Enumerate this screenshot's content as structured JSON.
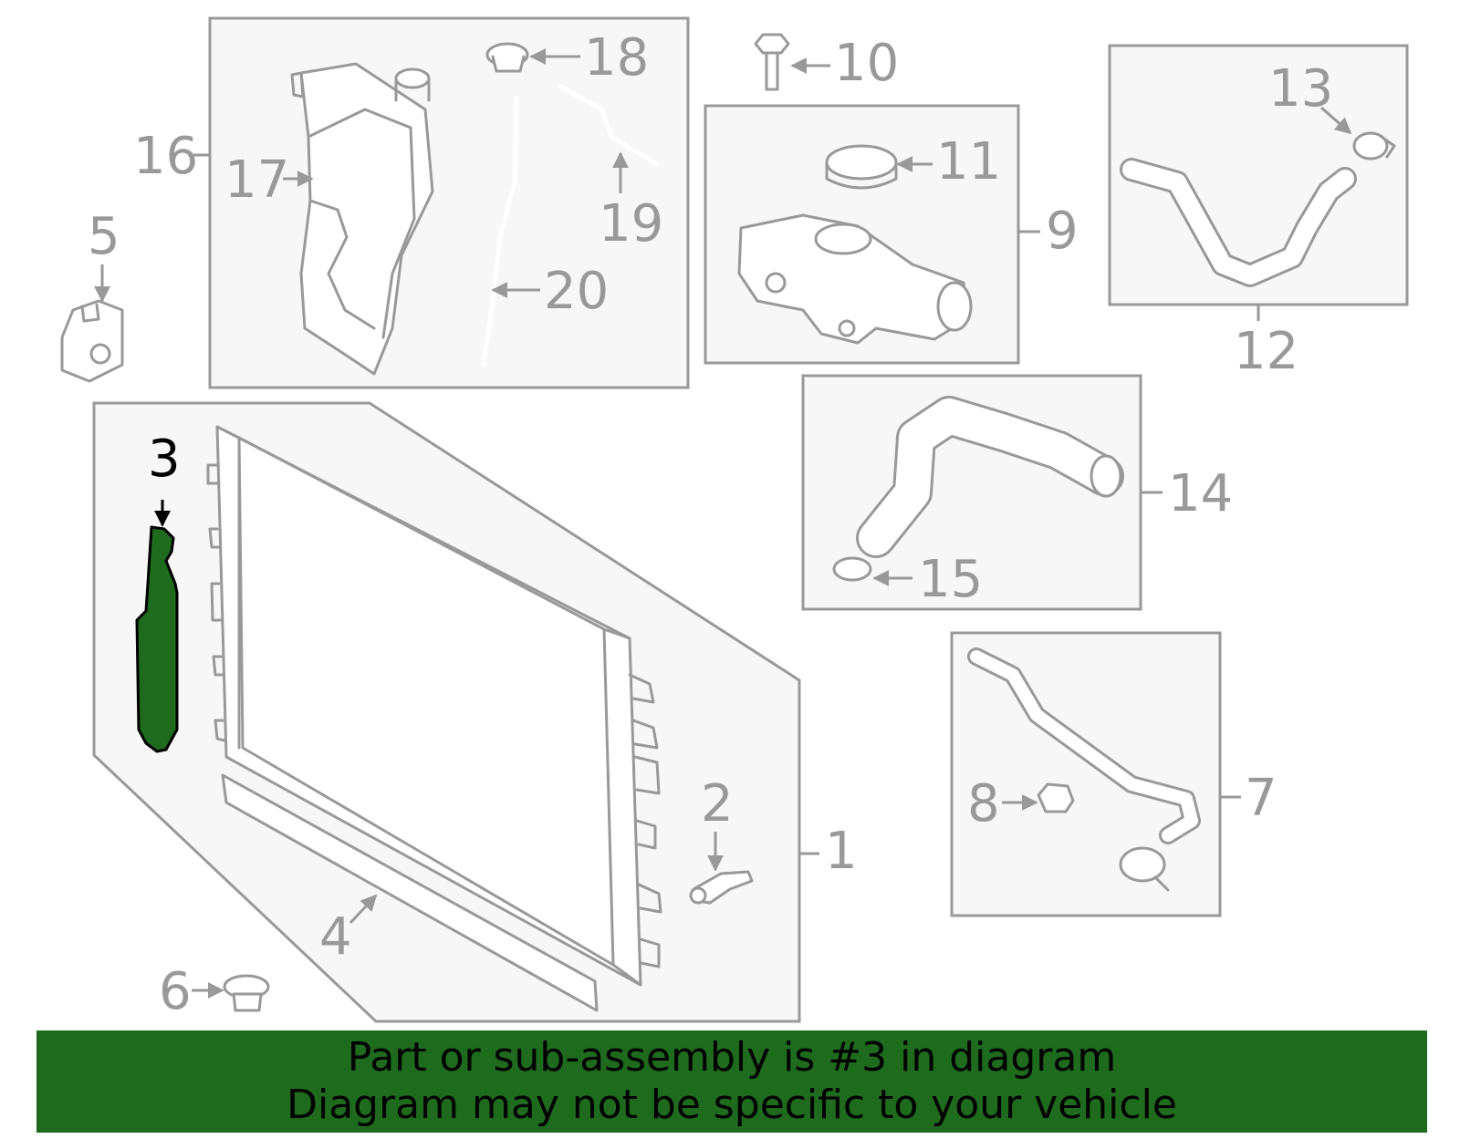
{
  "callouts": {
    "c1": "1",
    "c2": "2",
    "c3": "3",
    "c4": "4",
    "c5": "5",
    "c6": "6",
    "c7": "7",
    "c8": "8",
    "c9": "9",
    "c10": "10",
    "c11": "11",
    "c12": "12",
    "c13": "13",
    "c14": "14",
    "c15": "15",
    "c16": "16",
    "c17": "17",
    "c18": "18",
    "c19": "19",
    "c20": "20"
  },
  "highlighted_part": "3",
  "colors": {
    "highlight_fill": "#1e6b1e",
    "line_gray": "#999999",
    "box_fill": "#f7f7f7"
  },
  "banner": {
    "line1": "Part or sub-assembly is #3 in diagram",
    "line2": "Diagram may not be specific to your vehicle"
  }
}
